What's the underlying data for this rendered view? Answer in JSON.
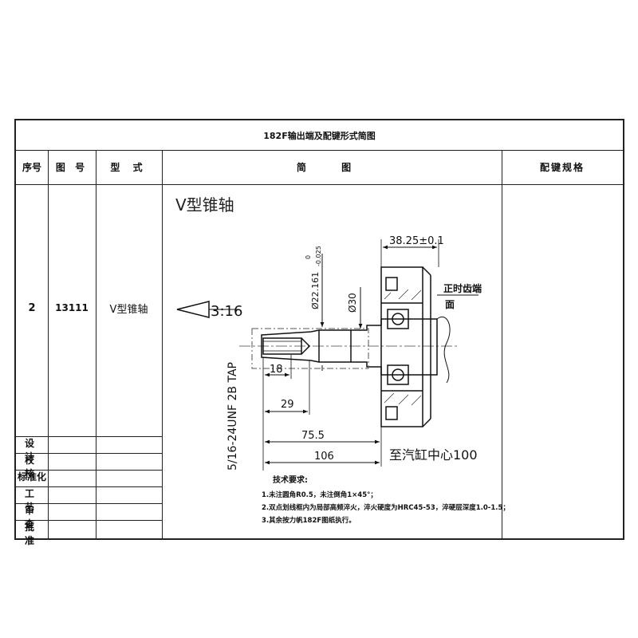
{
  "sheet": {
    "title": "182F输出端及配键形式简图",
    "headers": {
      "index": "序号",
      "drawing_no": "图 号",
      "type": "型 式",
      "sketch": "简 图",
      "key_spec": "配键规格"
    },
    "row": {
      "index": "2",
      "drawing_no": "13111",
      "type": "V型锥轴"
    },
    "signoff": [
      "设 计",
      "校 核",
      "标准化",
      "工 艺",
      "审 查",
      "批 准"
    ]
  },
  "drawing": {
    "label": "V型锥轴",
    "taper": "3:16",
    "dim_width_top": "38.25±0.1",
    "dim_diam_taper": "Ø22.161",
    "dim_diam_taper_tol_top": "0",
    "dim_diam_taper_tol_bottom": "-0.025",
    "dim_diam_shaft": "Ø30",
    "side_label_line1": "正时齿端",
    "side_label_line2": "面",
    "thread": "5/16-24UNF 2B TAP",
    "dim_18": "18",
    "dim_29": "29",
    "dim_75": "75.5",
    "dim_106": "106",
    "to_cylinder": "至汽缸中心100",
    "notes_title": "技术要求:",
    "notes": [
      "1.未注圆角R0.5，未注倒角1×45°；",
      "2.双点划线框内为局部高频淬火，淬火硬度为HRC45-53，淬硬层深度1.0-1.5；",
      "3.其余按力帆182F图纸执行。"
    ]
  }
}
